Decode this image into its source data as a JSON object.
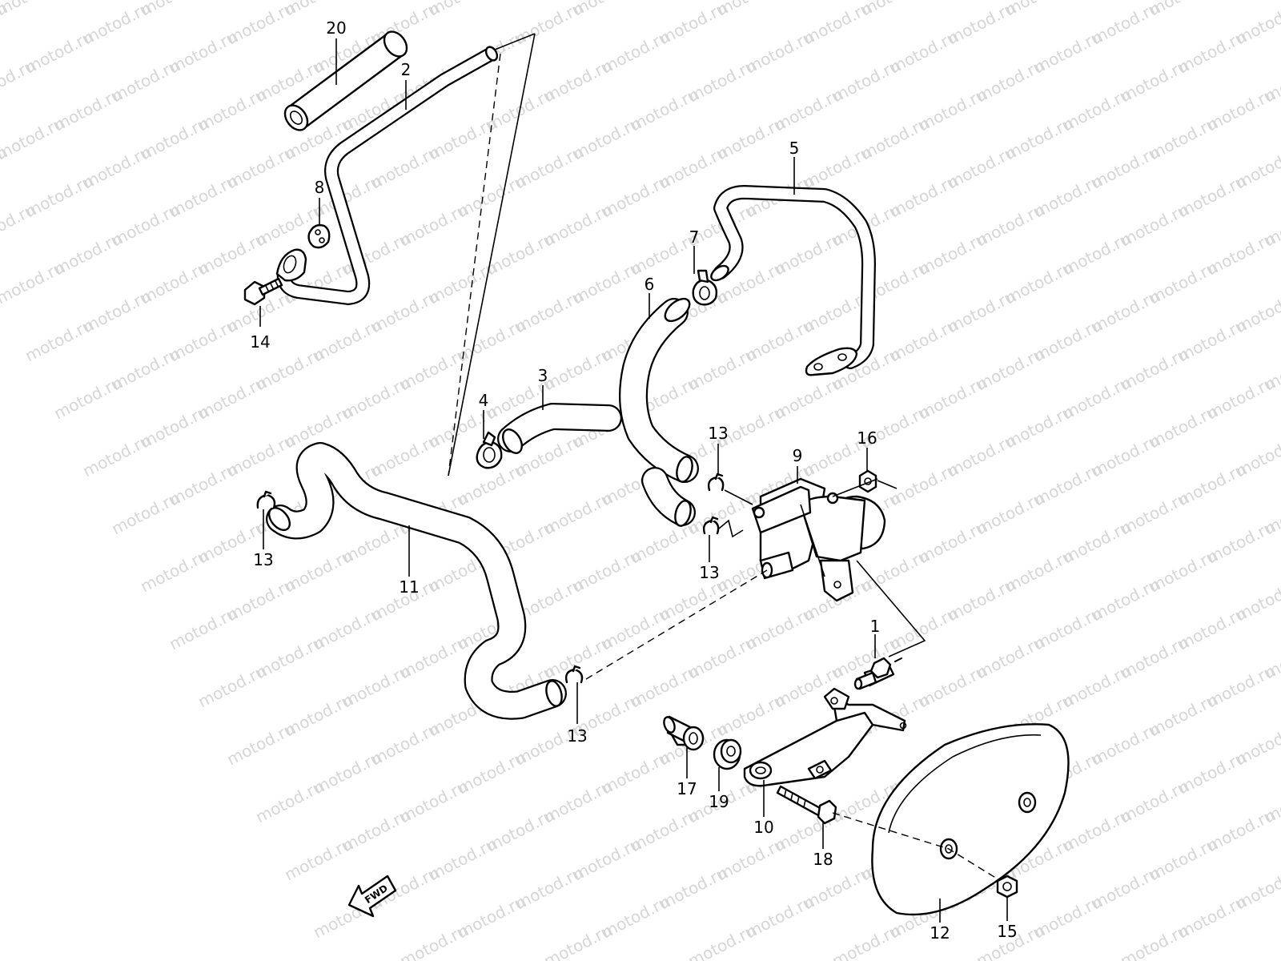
{
  "watermark": {
    "text": "motod.ru"
  },
  "direction_arrow": {
    "label": "FWD"
  },
  "callouts": {
    "c1": "1",
    "c2": "2",
    "c3": "3",
    "c4": "4",
    "c5": "5",
    "c6": "6",
    "c7": "7",
    "c8": "8",
    "c9": "9",
    "c10": "10",
    "c11": "11",
    "c12": "12",
    "c13a": "13",
    "c13b": "13",
    "c13c": "13",
    "c13d": "13",
    "c14": "14",
    "c15": "15",
    "c16": "16",
    "c17": "17",
    "c18": "18",
    "c19": "19",
    "c20": "20"
  }
}
